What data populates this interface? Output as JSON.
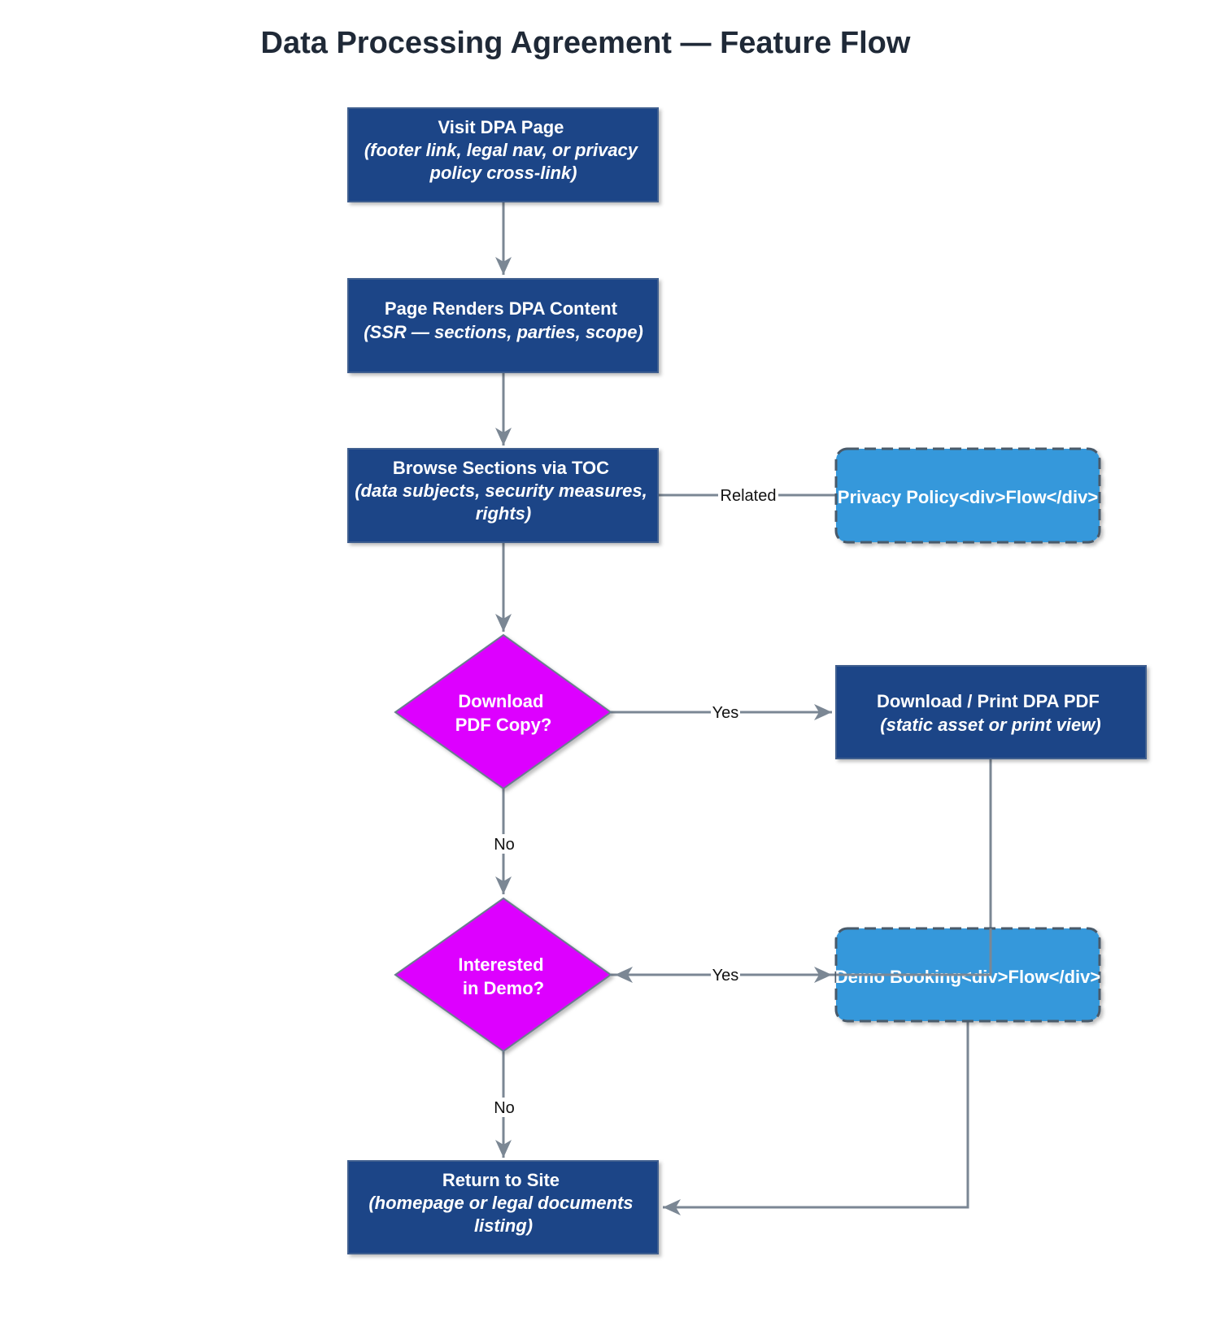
{
  "title": "Data Processing Agreement — Feature Flow",
  "colors": {
    "process_fill": "#1e4487",
    "process_stroke": "#3f5f8f",
    "decision_fill": "#dd00ff",
    "decision_stroke": "#6b7c8f",
    "subflow_fill": "#3498db",
    "subflow_stroke": "#4a5a6a",
    "edge": "#7b8794"
  },
  "nodes": {
    "visit": {
      "lines": [
        "Visit DPA Page",
        "(footer link, legal nav, or privacy",
        "policy cross-link)"
      ]
    },
    "render": {
      "lines": [
        "Page Renders DPA Content",
        "(SSR — sections, parties, scope)"
      ]
    },
    "browse": {
      "lines": [
        "Browse Sections via TOC",
        "(data subjects, security measures,",
        "rights)"
      ]
    },
    "privacy": {
      "lines": [
        "Privacy Policy<div>Flow</div>"
      ]
    },
    "download_q": {
      "lines": [
        "Download",
        "PDF Copy?"
      ]
    },
    "download": {
      "lines": [
        "Download / Print DPA PDF",
        "(static asset or print view)"
      ]
    },
    "demo_q": {
      "lines": [
        "Interested",
        "in Demo?"
      ]
    },
    "demo": {
      "lines": [
        "Demo Booking<div>Flow</div>"
      ]
    },
    "return": {
      "lines": [
        "Return to Site",
        "(homepage or legal documents",
        "listing)"
      ]
    }
  },
  "edges": {
    "related": "Related",
    "yes1": "Yes",
    "no1": "No",
    "yes2": "Yes",
    "no2": "No"
  }
}
